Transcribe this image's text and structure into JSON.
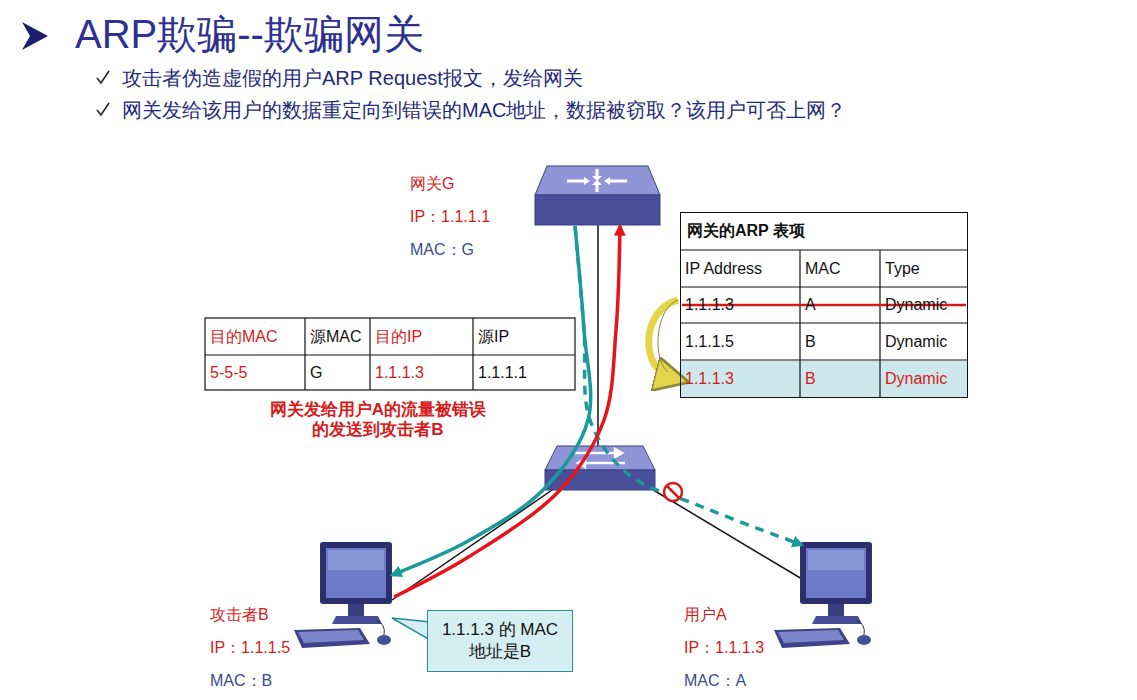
{
  "diagram": {
    "title": "ARP欺骗--欺骗网关",
    "nodes": [
      {
        "text": [
          "网关G",
          "IP：1.1.1.1",
          "MAC：G"
        ]
      },
      {
        "text": [
          "网关的ARP 表项"
        ]
      },
      {
        "text": [
          "攻击者B",
          "IP：1.1.1.5",
          "MAC：B"
        ]
      },
      {
        "text": [
          "1.1.1.3 的 MAC地址是B"
        ]
      },
      {
        "text": [
          "用户A",
          "IP：1.1.1.3",
          "MAC：A"
        ]
      }
    ],
    "edges": [
      {
        "from": 2,
        "to": 0,
        "arrow": "to"
      },
      {
        "from": 0,
        "to": 2,
        "arrow": "to"
      },
      {
        "from": 0,
        "to": 4,
        "arrow": "to"
      }
    ],
    "labels": [
      "攻击者伪造虚假的用户ARP Request报文，发给网关",
      "网关发给该用户的数据重定向到错误的MAC地址，数据被窃取？该用户可否上网？",
      "目的MAC",
      "源MAC",
      "目的IP",
      "源IP",
      "5-5-5",
      "G",
      "1.1.1.3",
      "1.1.1.1",
      "网关发给用户A的流量被错误的发送到攻击者B",
      "IP Address",
      "MAC",
      "Type",
      "1.1.1.3",
      "A",
      "Dynamic",
      "1.1.1.5",
      "B",
      "Dynamic",
      "1.1.1.3",
      "B",
      "Dynamic"
    ]
  }
}
